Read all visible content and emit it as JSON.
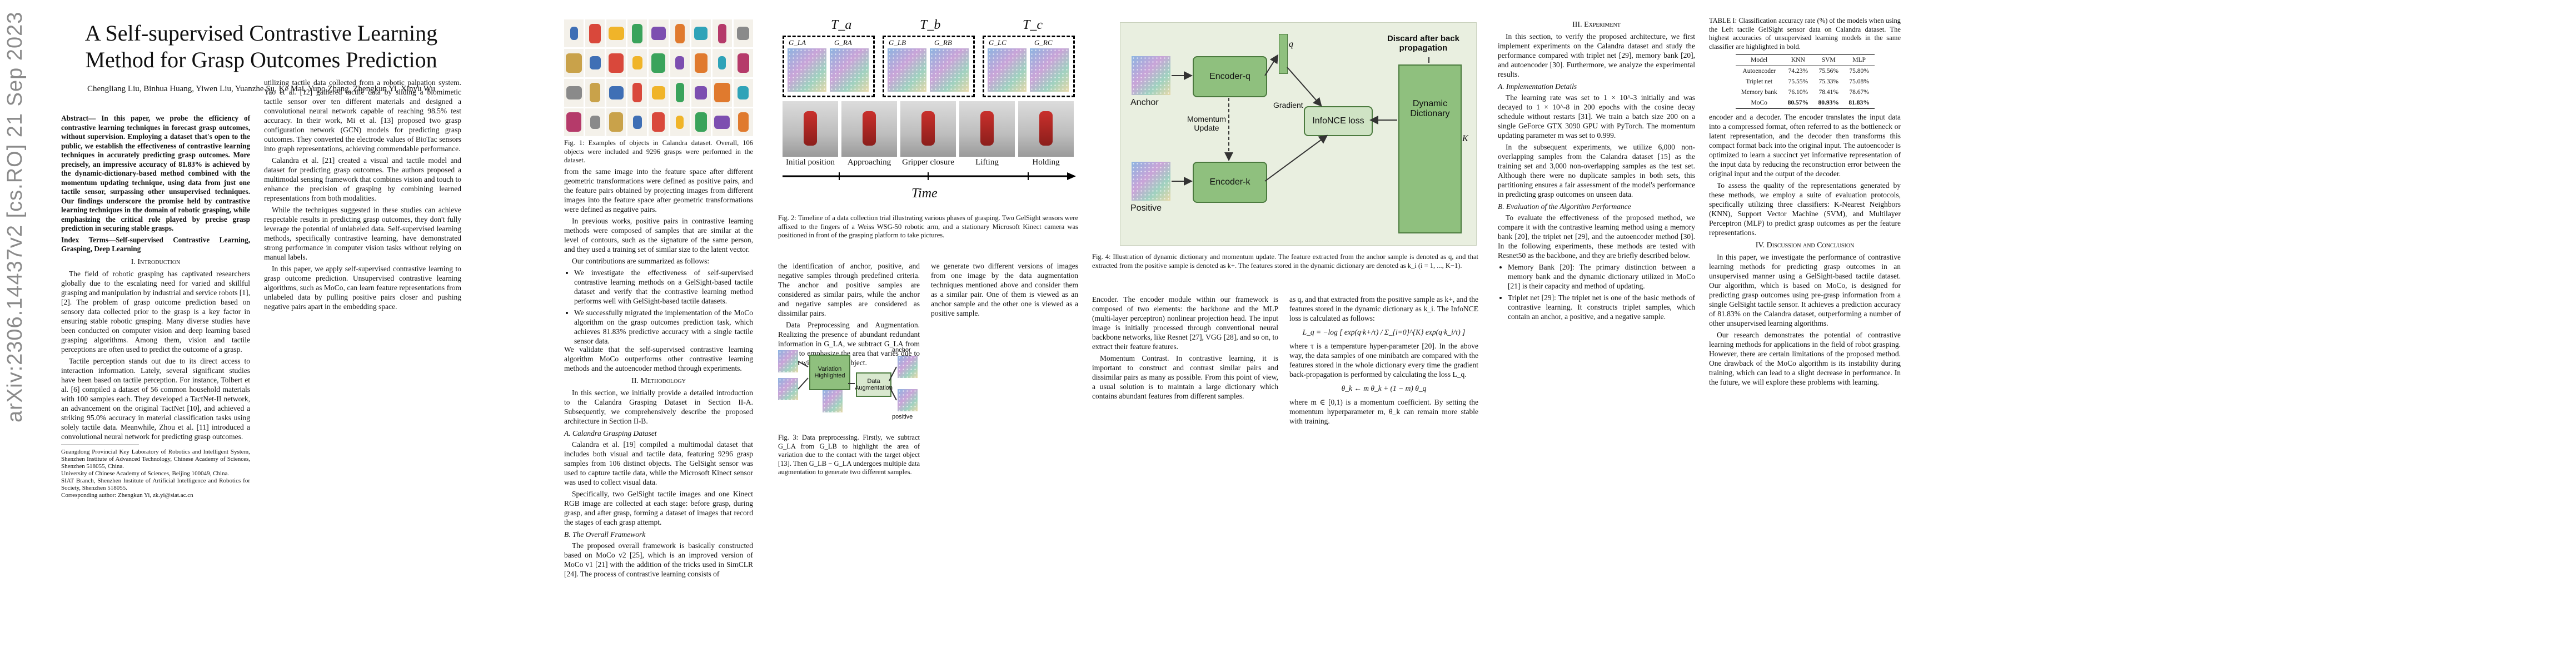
{
  "arxiv_stamp": "arXiv:2306.14437v2  [cs.RO]  21 Sep 2023",
  "title": "A Self-supervised Contrastive Learning Method for Grasp Outcomes Prediction",
  "authors": "Chengliang Liu, Binhua Huang, Yiwen Liu, Yuanzhe Su, Ke Mai, Yupo Zhang, Zhengkun Yi, Xinyu Wu",
  "abstract": "Abstract— In this paper, we probe the efficiency of contrastive learning techniques in forecast grasp outcomes, without supervision. Employing a dataset that's open to the public, we establish the effectiveness of contrastive learning techniques in accurately predicting grasp outcomes. More precisely, an impressive accuracy of 81.83% is achieved by the dynamic-dictionary-based method combined with the momentum updating technique, using data from just one tactile sensor, surpassing other unsupervised techniques. Our findings underscore the promise held by contrastive learning techniques in the domain of robotic grasping, while emphasizing the critical role played by precise grasp prediction in securing stable grasps.",
  "index_terms": "Index Terms—Self-supervised Contrastive Learning, Grasping, Deep Learning",
  "sec_intro": "I. Introduction",
  "intro_p1": "The field of robotic grasping has captivated researchers globally due to the escalating need for varied and skillful grasping and manipulation by industrial and service robots [1], [2]. The problem of grasp outcome prediction based on sensory data collected prior to the grasp is a key factor in ensuring stable robotic grasping. Many diverse studies have been conducted on computer vision and deep learning based grasping algorithms. Among them, vision and tactile perceptions are often used to predict the outcome of a grasp.",
  "intro_p2": "Tactile perception stands out due to its direct access to interaction information. Lately, several significant studies have been based on tactile perception. For instance, Tolbert et al. [6] compiled a dataset of 56 common household materials with 100 samples each. They developed a TactNet-II network, an advancement on the original TactNet [10], and achieved a striking 95.0% accuracy in material classification tasks using solely tactile data. Meanwhile, Zhou et al. [11] introduced a convolutional neural network for predicting grasp outcomes.",
  "foot1": "Guangdong Provincial Key Laboratory of Robotics and Intelligent System, Shenzhen Institute of Advanced Technology, Chinese Academy of Sciences, Shenzhen 518055, China.",
  "foot2": "University of Chinese Academy of Sciences, Beijing 100049, China.",
  "foot3": "SIAT Branch, Shenzhen Institute of Artificial Intelligence and Robotics for Society, Shenzhen 518055.",
  "foot4": "Corresponding author: Zhengkun Yi, zk.yi@siat.ac.cn",
  "col2_p1": "utilizing tactile data collected from a robotic palpation system. Yao et al. [12] gathered tactile data by sliding a biomimetic tactile sensor over ten different materials and designed a convolutional neural network capable of reaching 98.5% test accuracy. In their work, Mi et al. [13] proposed two grasp configuration network (GCN) models for predicting grasp outcomes. They converted the electrode values of BioTac sensors into graph representations, achieving commendable performance.",
  "col2_p2": "Calandra et al. [21] created a visual and tactile model and dataset for predicting grasp outcomes. The authors proposed a multimodal sensing framework that combines vision and touch to enhance the precision of grasping by combining learned representations from both modalities.",
  "col2_p3": "While the techniques suggested in these studies can achieve respectable results in predicting grasp outcomes, they don't fully leverage the potential of unlabeled data. Self-supervised learning methods, specifically contrastive learning, have demonstrated strong performance in computer vision tasks without relying on manual labels.",
  "col2_p4": "In this paper, we apply self-supervised contrastive learning to grasp outcome prediction. Unsupervised contrastive learning algorithms, such as MoCo, can learn feature representations from unlabeled data by pulling positive pairs closer and pushing negative pairs apart in the embedding space.",
  "fig1_caption": "Fig. 1: Examples of objects in Calandra dataset. Overall, 106 objects were included and 9296 grasps were performed in the dataset.",
  "col3_p1": "from the same image into the feature space after different geometric transformations were defined as positive pairs, and the feature pairs obtained by projecting images from different images into the feature space after geometric transformations were defined as negative pairs.",
  "col3_p2": "In previous works, positive pairs in contrastive learning methods were composed of samples that are similar at the level of contours, such as the signature of the same person, and they used a training set of similar size to the latent vector.",
  "contrib_intro": "Our contributions are summarized as follows:",
  "contrib1": "We investigate the effectiveness of self-supervised contrastive learning methods on a GelSight-based tactile dataset and verify that the contrastive learning method performs well with GelSight-based tactile datasets.",
  "contrib2": "We successfully migrated the implementation of the MoCo algorithm on the grasp outcomes prediction task, which achieves 81.83% predictive accuracy with a single tactile sensor data.",
  "col4_p0": "We validate that the self-supervised contrastive learning algorithm MoCo outperforms other contrastive learning methods and the autoencoder method through experiments.",
  "sec_method": "II. Methodology",
  "method_p1": "In this section, we initially provide a detailed introduction to the Calandra Grasping Dataset in Section II-A. Subsequently, we comprehensively describe the proposed architecture in Section II-B.",
  "sub_a": "A. Calandra Grasping Dataset",
  "method_p2": "Calandra et al. [19] compiled a multimodal dataset that includes both visual and tactile data, featuring 9296 grasp samples from 106 distinct objects. The GelSight sensor was used to capture tactile data, while the Microsoft Kinect sensor was used to collect visual data.",
  "method_p3": "Specifically, two GelSight tactile images and one Kinect RGB image are collected at each stage: before grasp, during grasp, and after grasp, forming a dataset of images that record the stages of each grasp attempt.",
  "sub_b": "B. The Overall Framework",
  "method_p4": "The proposed overall framework is basically constructed based on MoCo v2 [25], which is an improved version of MoCo v1 [21] with the addition of the tricks used in SimCLR [24]. The process of contrastive learning consists of",
  "timeline_labels": [
    "T_a",
    "T_b",
    "T_c"
  ],
  "timeline_panes": [
    "G_LA",
    "G_RA",
    "G_LB",
    "G_RB",
    "G_LC",
    "G_RC"
  ],
  "timeline_stages": [
    "Initial position",
    "Approaching",
    "Gripper closure",
    "Lifting",
    "Holding"
  ],
  "timeline_axis": "Time",
  "fig2_caption": "Fig. 2: Timeline of a data collection trial illustrating various phases of grasping. Two GelSight sensors were affixed to the fingers of a Weiss WSG-50 robotic arm, and a stationary Microsoft Kinect camera was positioned in front of the grasping platform to take pictures.",
  "col5_p1": "the identification of anchor, positive, and negative samples through predefined criteria. The anchor and positive samples are considered as similar pairs, while the anchor and negative samples are considered as dissimilar pairs.",
  "col5_p2": "Data Preprocessing and Augmentation. Realizing the presence of abundant redundant information in G_LA, we subtract G_LA from G_LB to emphasize the area that varies due to contact with the target object.",
  "small_diag_labels": [
    "Variation Highlighted",
    "Data Augmentation",
    "anchor",
    "positive"
  ],
  "fig3_caption": "Fig. 3: Data preprocessing. Firstly, we subtract G_LA from G_LB to highlight the area of variation due to the contact with the target object [13]. Then G_LB − G_LA undergoes multiple data augmentation to generate two different samples.",
  "col6_p1": "we generate two different versions of images from one image by the data augmentation techniques mentioned above and consider them as a similar pair. One of them is viewed as an anchor sample and the other one is viewed as a positive sample.",
  "diagram": {
    "anchor": "Anchor",
    "positive": "Positive",
    "encoder_q": "Encoder-q",
    "encoder_k": "Encoder-k",
    "momentum": "Momentum Update",
    "gradient": "Gradient",
    "infonce": "InfoNCE loss",
    "discard": "Discard after back propagation",
    "dictionary": "Dynamic Dictionary",
    "q_label": "q",
    "k_label": "K"
  },
  "fig4_caption": "Fig. 4: Illustration of dynamic dictionary and momentum update. The feature extracted from the anchor sample is denoted as q, and that extracted from the positive sample is denoted as k+. The features stored in the dynamic dictionary are denoted as k_i (i = 1, ..., K−1).",
  "col7_p1": "Encoder. The encoder module within our framework is composed of two elements: the backbone and the MLP (multi-layer perceptron) nonlinear projection head. The input image is initially processed through conventional neural backbone networks, like Resnet [27], VGG [28], and so on, to extract their feature features.",
  "col7_p2": "Momentum Contrast. In contrastive learning, it is important to construct and contrast similar pairs and dissimilar pairs as many as possible. From this point of view, a usual solution is to maintain a large dictionary which contains abundant features from different samples.",
  "col8_p1": "as q, and that extracted from the positive sample as k+, and the features stored in the dynamic dictionary as k_i. The InfoNCE loss is calculated as follows:",
  "equation1": "L_q = −log [ exp(q·k+/τ) / Σ_{i=0}^{K} exp(q·k_i/τ) ]",
  "col8_p2": "where τ is a temperature hyper-parameter [20]. In the above way, the data samples of one minibatch are compared with the features stored in the whole dictionary every time the gradient back-propagation is performed by calculating the loss L_q.",
  "equation2": "θ_k ← m θ_k + (1 − m) θ_q",
  "col8_p3": "where m ∈ [0,1) is a momentum coefficient. By setting the momentum hyperparameter m, θ_k can remain more stable with training.",
  "sec_exp": "III. Experiment",
  "exp_p1": "In this section, to verify the proposed architecture, we first implement experiments on the Calandra dataset and study the performance compared with triplet net [29], memory bank [20], and autoencoder [30]. Furthermore, we analyze the experimental results.",
  "sub_impl": "A. Implementation Details",
  "exp_p2": "The learning rate was set to 1 × 10^-3 initially and was decayed to 1 × 10^-8 in 200 epochs with the cosine decay schedule without restarts [31]. We train a batch size 200 on a single GeForce GTX 3090 GPU with PyTorch. The momentum updating parameter m was set to 0.999.",
  "exp_p3": "In the subsequent experiments, we utilize 6,000 non-overlapping samples from the Calandra dataset [15] as the training set and 3,000 non-overlapping samples as the test set. Although there were no duplicate samples in both sets, this partitioning ensures a fair assessment of the model's performance in predicting grasp outcomes on unseen data.",
  "sub_eval": "B. Evaluation of the Algorithm Performance",
  "exp_p4": "To evaluate the effectiveness of the proposed method, we compare it with the contrastive learning method using a memory bank [20], the triplet net [29], and the autoencoder method [30]. In the following experiments, these methods are tested with Resnet50 as the backbone, and they are briefly described below.",
  "exp_p5": "Memory Bank [20]: The primary distinction between a memory bank and the dynamic dictionary utilized in MoCo [21] is their capacity and method of updating.",
  "exp_p6": "Triplet net [29]: The triplet net is one of the basic methods of contrastive learning. It constructs triplet samples, which contain an anchor, a positive, and a negative sample.",
  "table_caption": "TABLE I: Classification accuracy rate (%) of the models when using the Left tactile GelSight sensor data on Calandra dataset. The highest accuracies of unsupervised learning models in the same classifier are highlighted in bold.",
  "table": {
    "headers": [
      "Model",
      "KNN",
      "SVM",
      "MLP"
    ],
    "rows": [
      [
        "Autoencoder",
        "74.23%",
        "75.56%",
        "75.80%"
      ],
      [
        "Triplet net",
        "75.55%",
        "75.33%",
        "75.08%"
      ],
      [
        "Memory bank",
        "76.10%",
        "78.41%",
        "78.67%"
      ],
      [
        "MoCo",
        "80.57%",
        "80.93%",
        "81.83%"
      ]
    ]
  },
  "col10_p1": "encoder and a decoder. The encoder translates the input data into a compressed format, often referred to as the bottleneck or latent representation, and the decoder then transforms this compact format back into the original input. The autoencoder is optimized to learn a succinct yet informative representation of the input data by reducing the reconstruction error between the original input and the output of the decoder.",
  "col10_p2": "To assess the quality of the representations generated by these methods, we employ a suite of evaluation protocols, specifically utilizing three classifiers: K-Nearest Neighbors (KNN), Support Vector Machine (SVM), and Multilayer Perceptron (MLP) to predict grasp outcomes as per the feature representations.",
  "sec_disc": "IV. Discussion and Conclusion",
  "col10_p3": "In this paper, we investigate the performance of contrastive learning methods for predicting grasp outcomes in an unsupervised manner using a GelSight-based tactile dataset. Our algorithm, which is based on MoCo, is designed for predicting grasp outcomes using pre-grasp information from a single GelSight tactile sensor. It achieves a prediction accuracy of 81.83% on the Calandra dataset, outperforming a number of other unsupervised learning algorithms.",
  "col10_p4": "Our research demonstrates the potential of contrastive learning methods for applications in the field of robot grasping. However, there are certain limitations of the proposed method. One drawback of the MoCo algorithm is its instability during training, which can lead to a slight decrease in performance. In the future, we will explore these problems with learning."
}
